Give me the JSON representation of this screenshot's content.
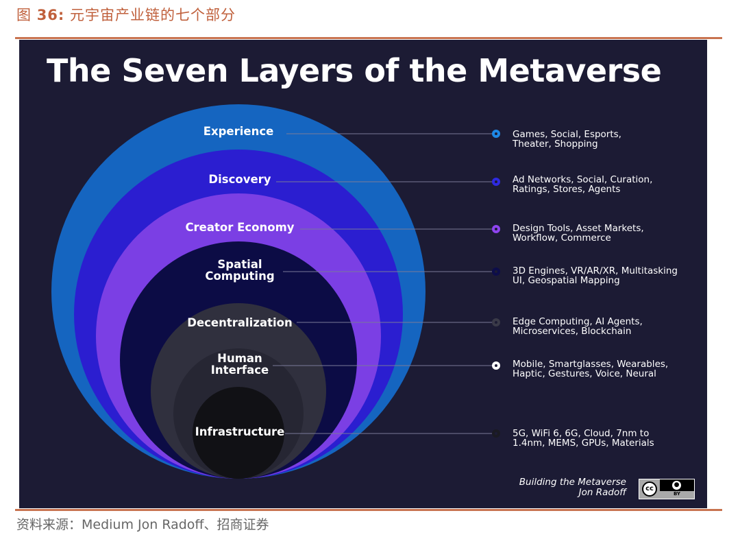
{
  "caption": {
    "prefix": "图 ",
    "number": "36:",
    "text": " 元宇宙产业链的七个部分"
  },
  "title": "The Seven Layers of the Metaverse",
  "colors": {
    "panel_bg": "#1c1b34",
    "accent_rule": "#c8734f",
    "caption": "#c0603c"
  },
  "layers": [
    {
      "name": "Experience",
      "color": "#1565c0",
      "dot": "#1e88e5",
      "description": [
        "Games, Social, Esports,",
        "Theater, Shopping"
      ]
    },
    {
      "name": "Discovery",
      "color": "#2b1ed0",
      "dot": "#2e2ae0",
      "description": [
        "Ad Networks, Social, Curation,",
        "Ratings, Stores, Agents"
      ]
    },
    {
      "name": "Creator Economy",
      "color": "#7b3fe4",
      "dot": "#8e44ef",
      "description": [
        "Design Tools, Asset Markets,",
        "Workflow, Commerce"
      ]
    },
    {
      "name": "Spatial Computing",
      "label_lines": [
        "Spatial",
        "Computing"
      ],
      "color": "#0c0c45",
      "dot": "#0d0d4a",
      "description": [
        "3D Engines, VR/AR/XR, Multitasking",
        "UI, Geospatial Mapping"
      ]
    },
    {
      "name": "Decentralization",
      "color": "#30303e",
      "dot": "#3a3a48",
      "description": [
        "Edge Computing, AI Agents,",
        "Microservices, Blockchain"
      ]
    },
    {
      "name": "Human Interface",
      "label_lines": [
        "Human",
        "Interface"
      ],
      "color": "#262633",
      "dot": "#ffffff",
      "description": [
        "Mobile, Smartglasses, Wearables,",
        "Haptic, Gestures, Voice, Neural"
      ]
    },
    {
      "name": "Infrastructure",
      "color": "#111115",
      "dot": "#1a1a22",
      "description": [
        "5G, WiFi 6, 6G, Cloud, 7nm to",
        "1.4nm, MEMS, GPUs, Materials"
      ]
    }
  ],
  "credit": {
    "line1": "Building the Metaverse",
    "line2": "Jon Radoff"
  },
  "license_badge": {
    "cc": "cc",
    "by": "BY",
    "icon": "cc-by-icon"
  },
  "source": "资料来源：Medium  Jon Radoff、招商证券"
}
